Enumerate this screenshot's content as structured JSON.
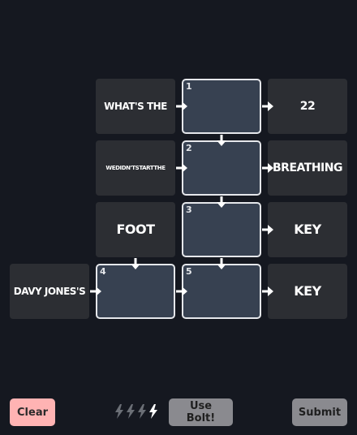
{
  "clues": {
    "row1_left": "WHAT'S THE",
    "row1_right": "22",
    "row2_left": "WEDIDN'TSTARTTHE",
    "row2_right": "BREATHING",
    "row3_left": "FOOT",
    "row3_right": "KEY",
    "row4_left": "DAVY JONES'S",
    "row4_right": "KEY"
  },
  "answers": [
    {
      "number": "1",
      "value": ""
    },
    {
      "number": "2",
      "value": ""
    },
    {
      "number": "3",
      "value": ""
    },
    {
      "number": "4",
      "value": ""
    },
    {
      "number": "5",
      "value": ""
    }
  ],
  "controls": {
    "clear_label": "Clear",
    "bolt_label": "Use Bolt!",
    "submit_label": "Submit",
    "bolts_total": 4,
    "bolts_remaining": 1
  },
  "colors": {
    "background": "#151820",
    "clue_tile": "#2c2e33",
    "answer_tile": "#374151",
    "clear_button": "#ffb3b3",
    "disabled_button": "#8a8a8f"
  }
}
